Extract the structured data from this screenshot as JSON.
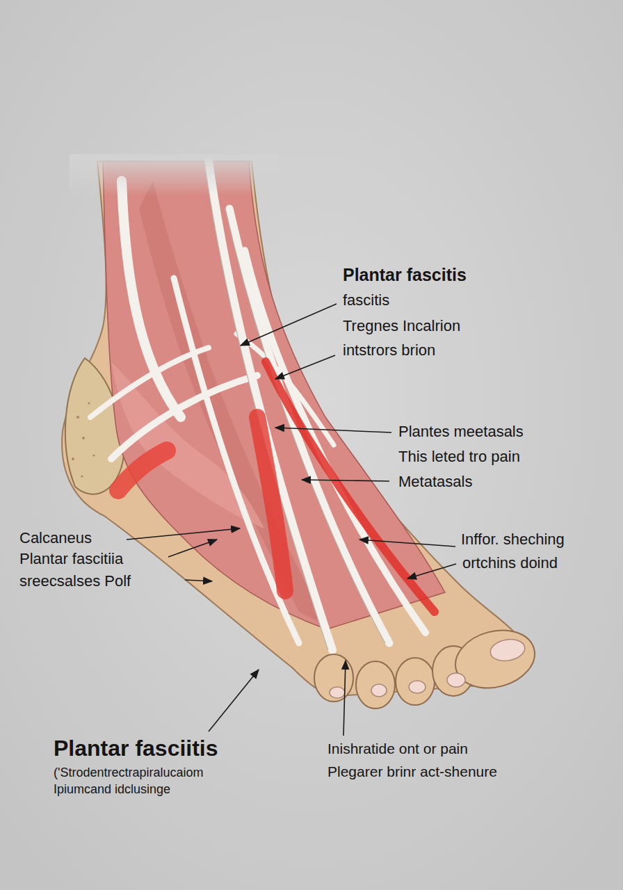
{
  "diagram": {
    "title": "Plantar fasciitis",
    "labels": [
      "Plantar fascitis",
      "fascitis",
      "Tregnes Incalrion",
      "intstrors brion",
      "Plantes meetasals",
      "This leted tro pain",
      "Metatasals",
      "Calcaneus",
      "Plantar fascitiia",
      "sreecsalses Polf",
      "Inffor. sheching",
      "ortchins doind",
      "('Strodentrectrapiralucaiom",
      "Ipiumcand idclusinge",
      "Inishratide ont or pain",
      "Plegarer brinr act-shenure"
    ]
  }
}
